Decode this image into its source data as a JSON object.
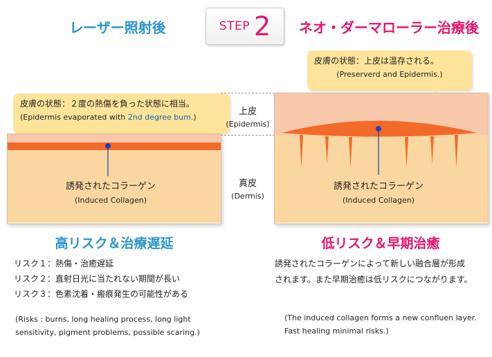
{
  "header": {
    "left_title": "レーザー照射後",
    "step_label": "STEP",
    "step_number": "2",
    "right_title": "ネオ・ダーマローラー治療後"
  },
  "left": {
    "bubble_jp": "皮膚の状態：２度の熱傷を負った状態に相当。",
    "bubble_en_prefix": "(Epidermis evaporated with ",
    "bubble_en_highlight": "2nd degree bum.",
    "bubble_en_suffix": ")",
    "collagen_jp": "誘発されたコラーゲン",
    "collagen_en": "(Induced Collagen)",
    "section_title": "高リスク＆治療遅延",
    "risks": [
      "リスク１：熱傷・治癒遅延",
      "リスク２：直射日光に当たれない期間が長い",
      "リスク３：色素沈着・瘢痕発生の可能性がある"
    ],
    "note_line1": "(Risks : burns, long healing process, long light",
    "note_line2": "sensitivity, pigment problems, possible scaring.)"
  },
  "middle": {
    "epidermis_jp": "上皮",
    "epidermis_en": "(Epidermis)",
    "dermis_jp": "真皮",
    "dermis_en": "(Dermis)"
  },
  "right": {
    "bubble_jp": "皮膚の状態：上皮は温存される。",
    "bubble_en": "(Preserverd and Epidermis.)",
    "collagen_jp": "誘発されたコラーゲン",
    "collagen_en": "(Induced Collagen)",
    "section_title": "低リスク＆早期治癒",
    "body_line1": "誘発されたコラーゲンによって新しい融合層が形成",
    "body_line2": "されます。また早期治癒は低リスクにつながります。",
    "note_line1": "(The induced collagen forms a new confluen layer.",
    "note_line2": "Fast healing minimal risks.)"
  },
  "colors": {
    "blue_title": "#2c95c9",
    "pink_title": "#e6156e",
    "epidermis": "#f7c8aa",
    "dermis": "#fad7a1",
    "burn": "#f26a2a",
    "bubble": "#fde49a",
    "pointer": "#1f3fbf"
  }
}
